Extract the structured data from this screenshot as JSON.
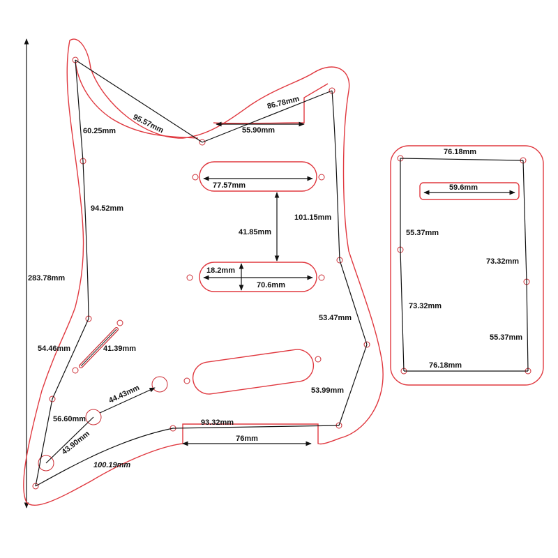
{
  "colors": {
    "outline": "#e0383f",
    "dimension_line": "#111111",
    "background": "#ffffff"
  },
  "pickguard": {
    "labels": {
      "top_diag": "95.57mm",
      "upper_right_diag": "86.78mm",
      "top_left_vertical": "60.25mm",
      "neck_horizontal": "55.90mm",
      "left_long_vertical": "94.52mm",
      "right_vertical": "101.15mm",
      "pickup_top_length": "77.57mm",
      "pickup_spacing": "41.85mm",
      "pickup_width": "18.2mm",
      "pickup_middle_length": "70.6mm",
      "overall_height": "283.78mm",
      "right_lower": "53.47mm",
      "left_lower": "54.46mm",
      "slot_length": "41.39mm",
      "bottom_right": "53.99mm",
      "knob_spacing": "44.43mm",
      "left_bottom": "56.60mm",
      "knob_diag": "43.90mm",
      "control_horizontal": "93.32mm",
      "bottom_diag": "100.19mm",
      "cavity_width": "76mm"
    }
  },
  "backplate": {
    "labels": {
      "top_width": "76.18mm",
      "slot_width": "59.6mm",
      "left_upper": "55.37mm",
      "right_upper": "73.32mm",
      "left_lower": "73.32mm",
      "right_lower": "55.37mm",
      "bottom_width": "76.18mm"
    }
  }
}
